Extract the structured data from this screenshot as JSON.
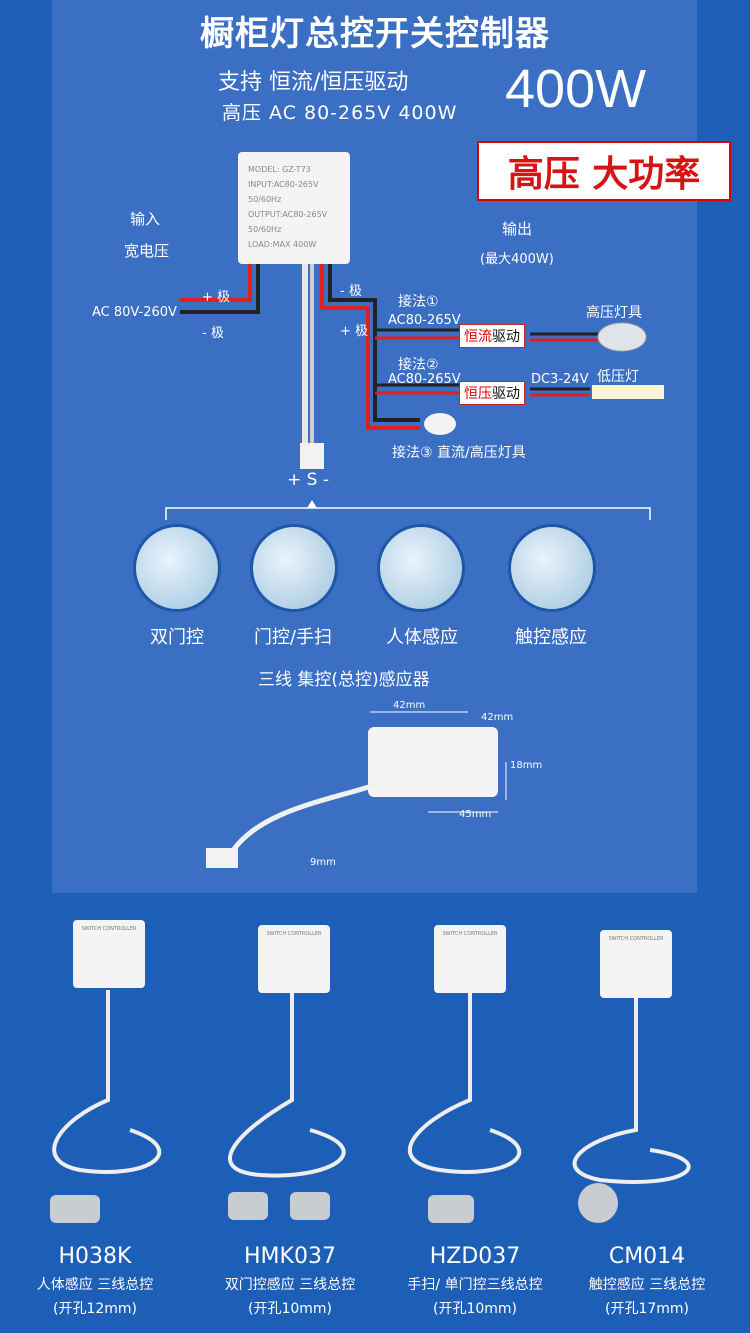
{
  "header": {
    "title": "橱柜灯总控开关控制器",
    "support": "支持  恒流/恒压驱动",
    "spec": "高压 AC 80-265V 400W",
    "power": "400W",
    "badge": "高压 大功率"
  },
  "controller_label": {
    "model": "MODEL: GZ-T73",
    "input": "INPUT:AC80-265V 50/60Hz",
    "output": "OUTPUT:AC80-265V 50/60Hz",
    "load": "LOAD:MAX 400W"
  },
  "wiring": {
    "input_title": "输入",
    "input_sub": "宽电压",
    "ac_range": "AC 80V-260V",
    "plus_pole": "+ 极",
    "minus_pole": "- 极",
    "output_title": "输出",
    "output_sub": "(最大400W)",
    "out_minus": "- 极",
    "out_plus": "+ 极",
    "method1": "接法①",
    "method1_v": "AC80-265V",
    "method1_driver_red": "恒流",
    "method1_driver": "驱动",
    "method1_lamp": "高压灯具",
    "method2": "接法②",
    "method2_v": "AC80-265V",
    "method2_driver_red": "恒压",
    "method2_driver": "驱动",
    "method2_dc": "DC3-24V",
    "method2_lamp": "低压灯",
    "method3": "接法③ 直流/高压灯具",
    "connector": "+ S -"
  },
  "sensors": [
    {
      "label": "双门控",
      "icon": "double-door-sensor-icon"
    },
    {
      "label": "门控/手扫",
      "icon": "door-hand-sweep-sensor-icon"
    },
    {
      "label": "人体感应",
      "icon": "body-sensor-icon"
    },
    {
      "label": "触控感应",
      "icon": "touch-sensor-icon"
    }
  ],
  "sensor_caption": "三线 集控(总控)感应器",
  "dimensions": {
    "w": "42mm",
    "d": "42mm",
    "h": "18mm",
    "len": "45mm",
    "cable": "9mm"
  },
  "products": [
    {
      "code": "H038K",
      "desc": "人体感应    三线总控",
      "hole": "(开孔12mm)"
    },
    {
      "code": "HMK037",
      "desc": "双门控感应  三线总控",
      "hole": "(开孔10mm)"
    },
    {
      "code": "HZD037",
      "desc": "手扫/ 单门控三线总控",
      "hole": "(开孔10mm)"
    },
    {
      "code": "CM014",
      "desc": "触控感应 三线总控",
      "hole": "(开孔17mm)"
    }
  ],
  "product_box_title": "SWITCH CONTROLLER",
  "colors": {
    "background": "#1d5fb7",
    "panel": "#3a6fc4",
    "accent_red": "#d61414"
  }
}
